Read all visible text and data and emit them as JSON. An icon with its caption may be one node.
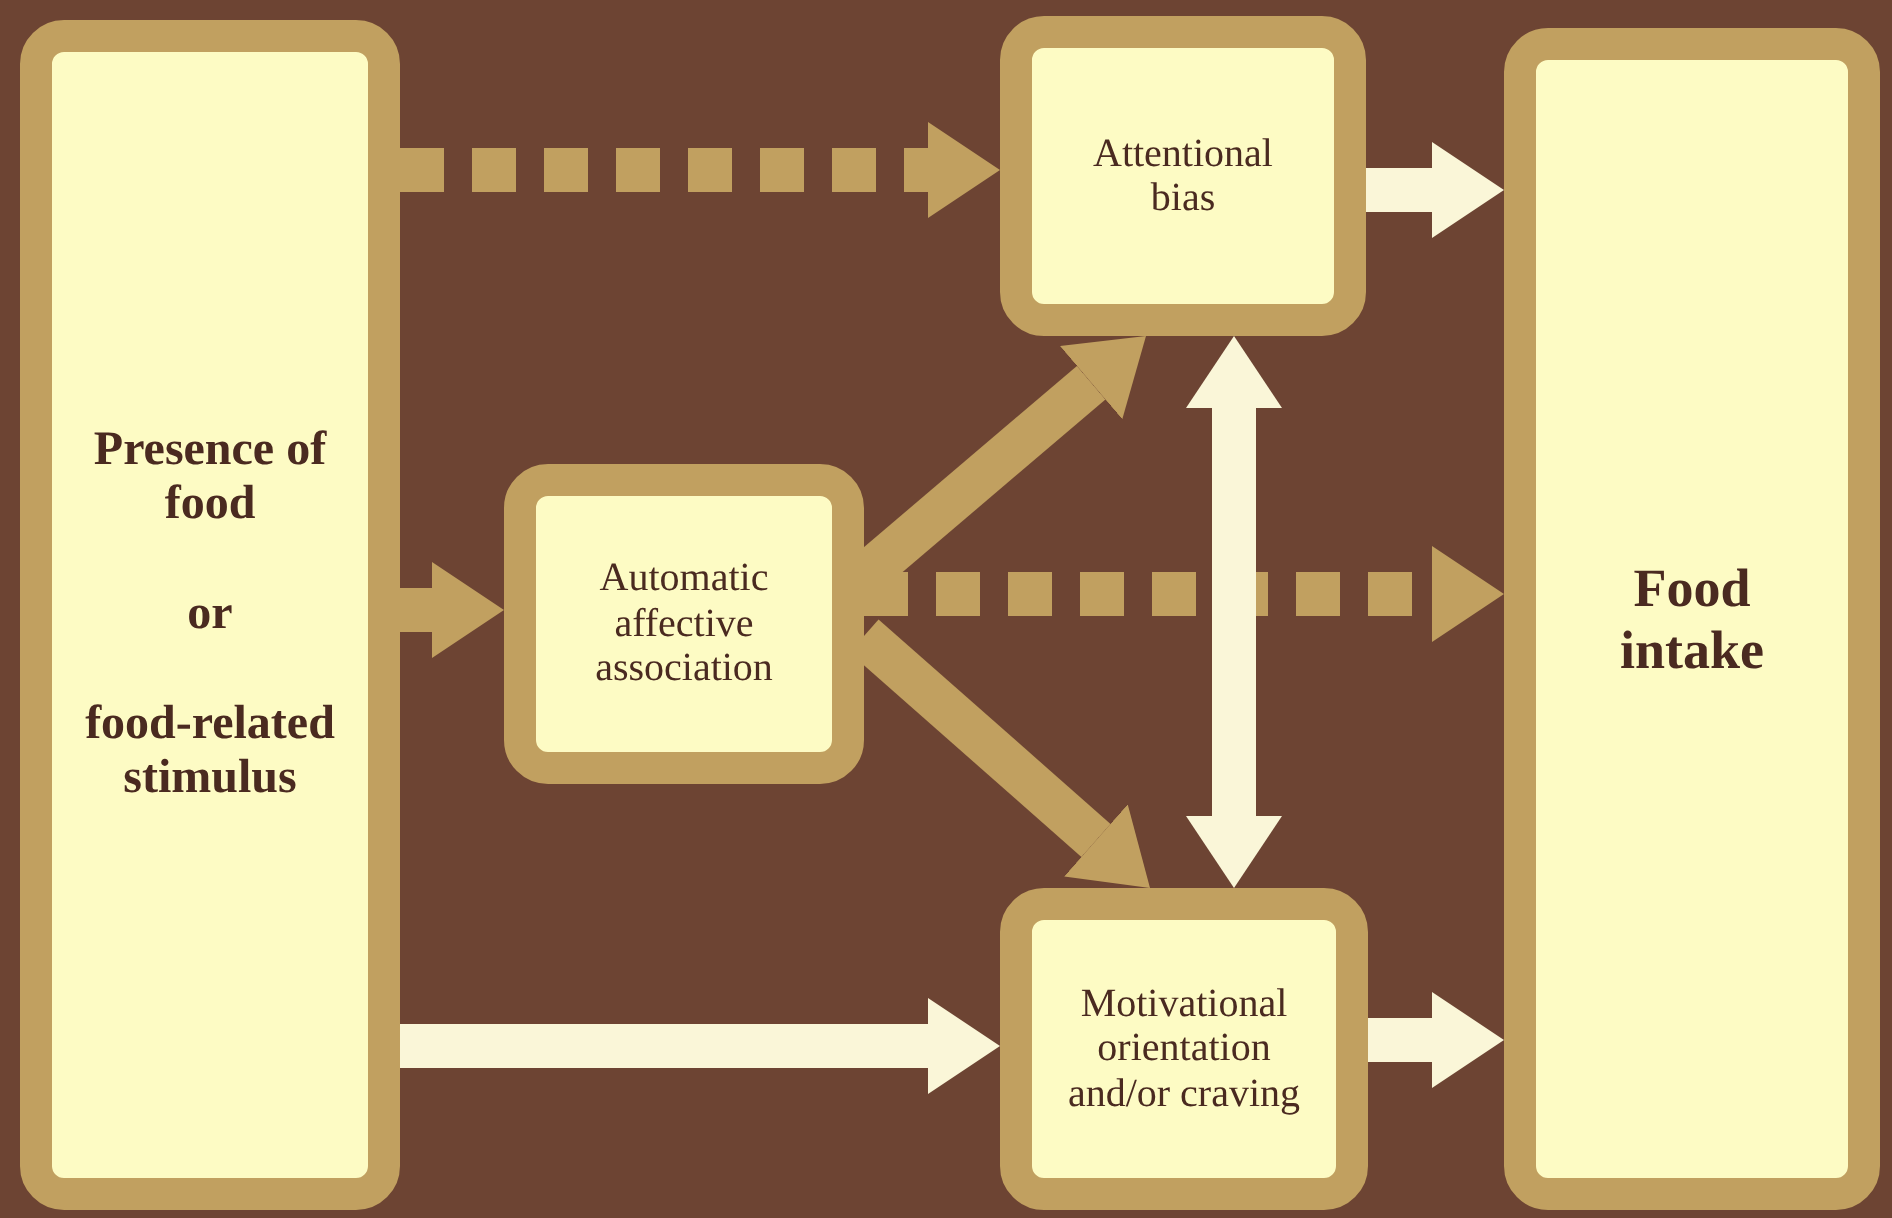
{
  "diagram": {
    "nodes": [
      {
        "text": [
          "Presence of food",
          "or",
          "food-related stimulus"
        ]
      },
      {
        "text": [
          "Automatic affective association"
        ]
      },
      {
        "text": [
          "Attentional bias"
        ]
      },
      {
        "text": [
          "Motivational orientation and/or craving"
        ]
      },
      {
        "text": [
          "Food intake"
        ]
      }
    ],
    "edges": [
      {
        "from": 0,
        "to": 2,
        "arrow": "to",
        "style": "dashed"
      },
      {
        "from": 0,
        "to": 1,
        "arrow": "to"
      },
      {
        "from": 0,
        "to": 3,
        "arrow": "to",
        "color": "#faf6d8"
      },
      {
        "from": 2,
        "to": 4,
        "arrow": "to",
        "color": "#faf6d8"
      },
      {
        "from": 1,
        "to": 2,
        "arrow": "to"
      },
      {
        "from": 1,
        "to": 3,
        "arrow": "to"
      },
      {
        "from": 1,
        "to": 4,
        "arrow": "to",
        "style": "dashed"
      },
      {
        "from": 2,
        "to": 3,
        "arrow": "both",
        "color": "#faf6d8"
      },
      {
        "from": 3,
        "to": 4,
        "arrow": "to",
        "color": "#faf6d8"
      }
    ]
  }
}
